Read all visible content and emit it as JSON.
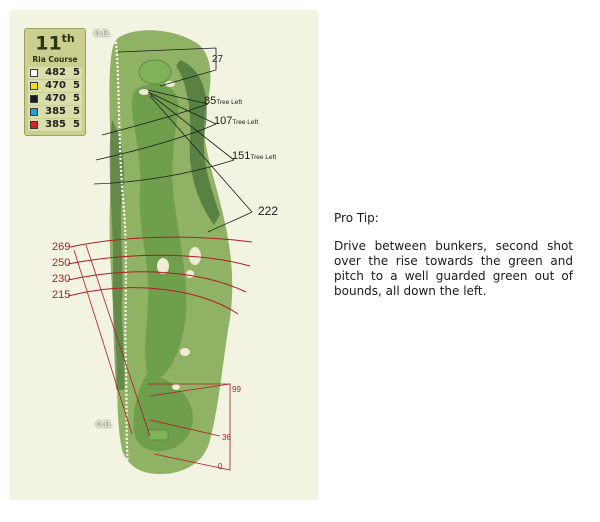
{
  "scorecard": {
    "hole": "11",
    "hole_suffix": "th",
    "course": "Ria Course",
    "tees": [
      {
        "color": "#ffffff",
        "yards": "482",
        "par": "5"
      },
      {
        "color": "#f0e21a",
        "yards": "470",
        "par": "5"
      },
      {
        "color": "#1a1a1a",
        "yards": "470",
        "par": "5"
      },
      {
        "color": "#1ea0dc",
        "yards": "385",
        "par": "5"
      },
      {
        "color": "#d2232a",
        "yards": "385",
        "par": "5"
      }
    ]
  },
  "labels": {
    "ob_top": "O.B.",
    "ob_bottom": "O.B.",
    "green_depth": "27",
    "d85": "85",
    "d107": "107",
    "d151": "151",
    "tree_left": "Tree Left",
    "d222": "222",
    "red_269": "269",
    "red_250": "250",
    "red_230": "230",
    "red_215": "215",
    "red_99": "99",
    "red_36": "36",
    "red_0": "0"
  },
  "pro_tip": {
    "title": "Pro Tip:",
    "text": "Drive between bunkers, second shot over the rise towards the green and pitch to a well guarded green out of bounds, all down the left."
  },
  "colors": {
    "fairway": "#6f9e4c",
    "rough": "#8fb264",
    "trees": "#47703a",
    "bunker": "#f1ecd6",
    "yardage_red": "#b01c24",
    "ob_line": "#ffffff"
  }
}
